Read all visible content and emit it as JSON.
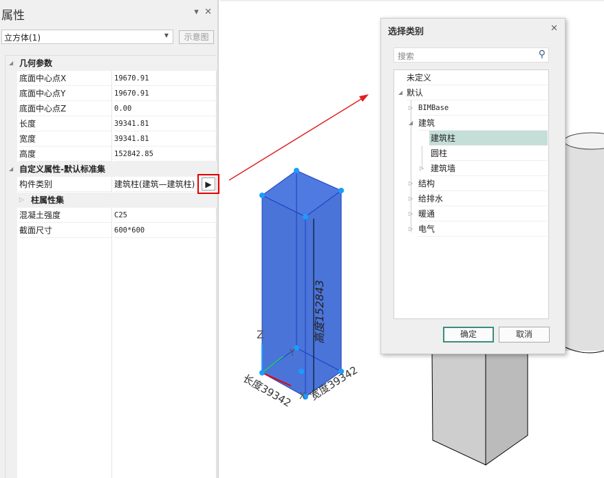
{
  "panel": {
    "title": "属性",
    "dropdown_icon": "triangle-down",
    "close_icon": "close",
    "object_select": "立方体(1)",
    "schematic_button": "示意图"
  },
  "groups": {
    "geometry": {
      "label": "几何参数",
      "rows": [
        {
          "k": "底面中心点X",
          "v": "19670.91"
        },
        {
          "k": "底面中心点Y",
          "v": "19670.91"
        },
        {
          "k": "底面中心点Z",
          "v": "0.00"
        },
        {
          "k": "长度",
          "v": "39341.81"
        },
        {
          "k": "宽度",
          "v": "39341.81"
        },
        {
          "k": "高度",
          "v": "152842.85"
        }
      ]
    },
    "custom": {
      "label": "自定义属性-默认标准集",
      "category_key": "构件类别",
      "category_value": "建筑柱(建筑—建筑柱)",
      "subgroup": "柱属性集",
      "rows": [
        {
          "k": "混凝土强度",
          "v": "C25"
        },
        {
          "k": "截面尺寸",
          "v": "600*600"
        }
      ]
    }
  },
  "viewport": {
    "axis_z": "Z",
    "axis_y": "Y",
    "axis_x": "X",
    "dim_height": "高度152843",
    "dim_length": "长度39342",
    "dim_width": "宽度39342",
    "accent": "#4a74d8",
    "arrow_color": "#e02020"
  },
  "dialog": {
    "title": "选择类别",
    "search_placeholder": "搜索",
    "tree": [
      "未定义",
      "默认",
      "BIMBase",
      "建筑",
      "建筑柱",
      "圆柱",
      "建筑墙",
      "结构",
      "给排水",
      "暖通",
      "电气"
    ],
    "ok": "确定",
    "cancel": "取消",
    "highlight": "#c4ded8"
  }
}
